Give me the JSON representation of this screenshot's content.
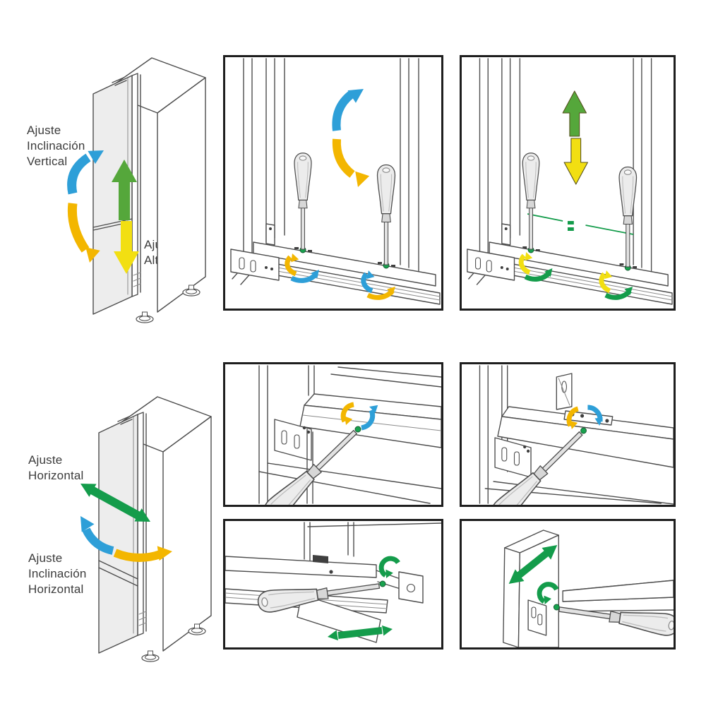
{
  "labels": {
    "tilt_vertical": [
      "Ajuste",
      "Inclinación",
      "Vertical"
    ],
    "height": [
      "Ajuste",
      "Altura"
    ],
    "horizontal": [
      "Ajuste",
      "Horizontal"
    ],
    "tilt_horizontal": [
      "Ajuste",
      "Inclinación",
      "Horizontal"
    ]
  },
  "colors": {
    "blue": "#2E9FD8",
    "amber": "#F3B600",
    "yellow": "#F2DF12",
    "green": "#55A73B",
    "emerald": "#149C4B",
    "screw": "#18A24E",
    "ink": "#3B3B3B",
    "line": "#4D4D4D",
    "panel_border": "#1E1E1E",
    "door": "#EDEDED"
  },
  "figures": {
    "cabinet_vertical": {
      "arrow_icons": [
        "blue-tilt-arc",
        "amber-tilt-arc",
        "green-up-arrow",
        "yellow-down-arrow"
      ]
    },
    "cabinet_horizontal": {
      "arrow_icons": [
        "green-double-diagonal-arrow",
        "blue-tilt-arc",
        "amber-right-arrow"
      ]
    }
  }
}
